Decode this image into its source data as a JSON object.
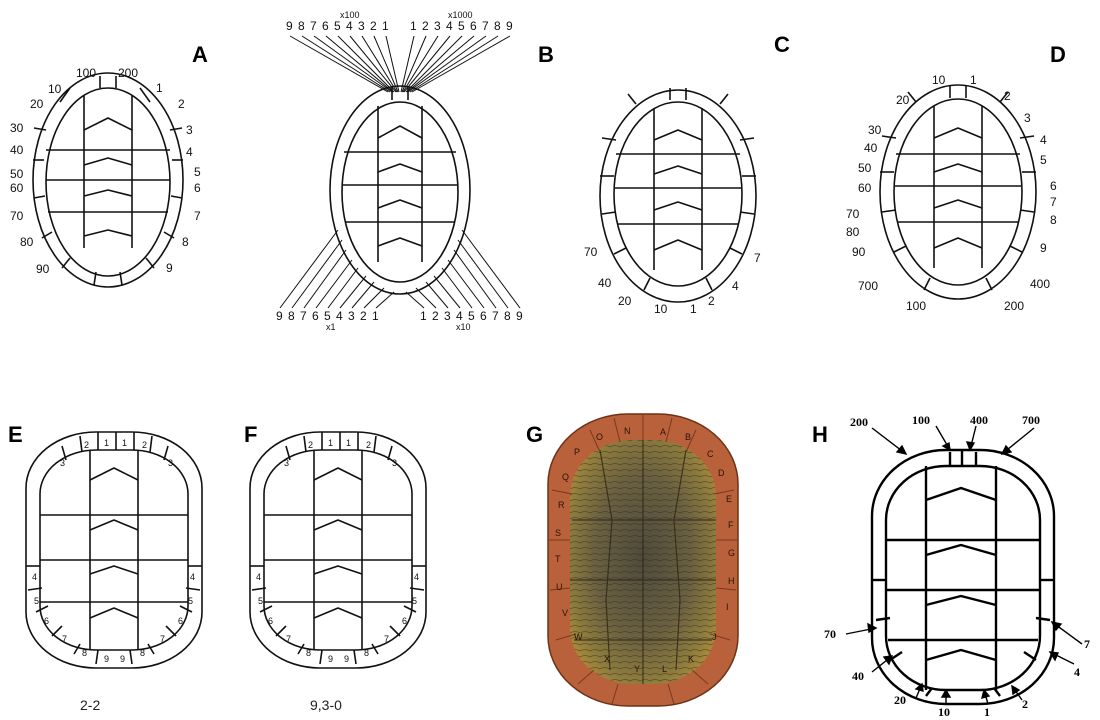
{
  "panels": {
    "A": {
      "label": "A",
      "left": [
        "10",
        "20",
        "30",
        "40",
        "50",
        "60",
        "70",
        "80",
        "90"
      ],
      "top": [
        "100",
        "200"
      ],
      "right": [
        "1",
        "2",
        "3",
        "4",
        "5",
        "6",
        "7",
        "8",
        "9"
      ]
    },
    "B": {
      "label": "B",
      "top_left_mult": "x100",
      "top_right_mult": "x1000",
      "bottom_left_mult": "x1",
      "bottom_right_mult": "x10",
      "digits_left": [
        "9",
        "8",
        "7",
        "6",
        "5",
        "4",
        "3",
        "2",
        "1"
      ],
      "digits_right": [
        "1",
        "2",
        "3",
        "4",
        "5",
        "6",
        "7",
        "8",
        "9"
      ]
    },
    "C": {
      "label": "C",
      "n70": "70",
      "n40": "40",
      "n20": "20",
      "n10": "10",
      "n1": "1",
      "n2": "2",
      "n4": "4",
      "n7": "7"
    },
    "D": {
      "label": "D",
      "left": [
        "20",
        "30",
        "40",
        "50",
        "60",
        "70",
        "80",
        "90",
        "700",
        "100"
      ],
      "top": [
        "10",
        "1",
        "2",
        "3"
      ],
      "right": [
        "4",
        "5",
        "6",
        "7",
        "8",
        "9",
        "400",
        "200"
      ]
    },
    "E": {
      "label": "E",
      "caption": "2-2",
      "top": [
        "3",
        "2",
        "1",
        "1",
        "2",
        "3"
      ],
      "left": [
        "4",
        "5",
        "6",
        "7",
        "8",
        "9"
      ],
      "right": [
        "4",
        "5",
        "6",
        "7",
        "8",
        "9"
      ]
    },
    "F": {
      "label": "F",
      "caption": "9,3-0",
      "top": [
        "3",
        "2",
        "1",
        "1",
        "2",
        "3"
      ],
      "left": [
        "4",
        "5",
        "6",
        "7",
        "8",
        "9"
      ],
      "right": [
        "4",
        "5",
        "6",
        "7",
        "8",
        "9"
      ]
    },
    "G": {
      "label": "G",
      "letters": [
        "A",
        "B",
        "C",
        "D",
        "E",
        "F",
        "G",
        "H",
        "I",
        "J",
        "K",
        "L",
        "Y",
        "X",
        "W",
        "V",
        "U",
        "T",
        "S",
        "R",
        "Q",
        "P",
        "O",
        "N"
      ]
    },
    "H": {
      "label": "H",
      "top": [
        "200",
        "100",
        "400",
        "700"
      ],
      "bottom_left": [
        "70",
        "40",
        "20",
        "10"
      ],
      "bottom_right": [
        "1",
        "2",
        "4",
        "7"
      ]
    }
  }
}
